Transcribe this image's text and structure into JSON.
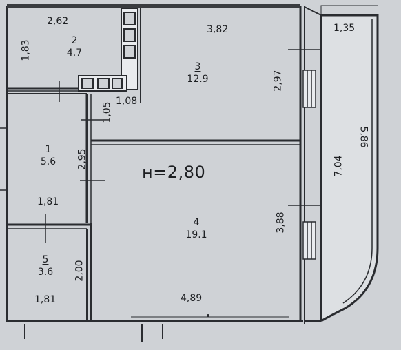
{
  "height_label": "н=2,80",
  "rooms": [
    {
      "id": "1",
      "area": "5.6"
    },
    {
      "id": "2",
      "area": "4.7"
    },
    {
      "id": "3",
      "area": "12.9"
    },
    {
      "id": "4",
      "area": "19.1"
    },
    {
      "id": "5",
      "area": "3.6"
    }
  ],
  "dimensions": {
    "room2_width": "2,62",
    "room2_height": "1,83",
    "room3_width": "3,82",
    "room3_height": "2,97",
    "closet_width": "1,08",
    "door_height": "1,05",
    "room1_height": "2,95",
    "room1_width": "1,81",
    "room5_height": "2,00",
    "room5_width": "1,81",
    "room4_height": "3,88",
    "room4_width": "4,89",
    "balcony_width": "1,35",
    "balcony_length": "7,04",
    "balcony_outer": "5,86"
  },
  "colors": {
    "paper": "#cfd2d6",
    "ink": "#1d1f22",
    "wall": "#e9ebee"
  }
}
